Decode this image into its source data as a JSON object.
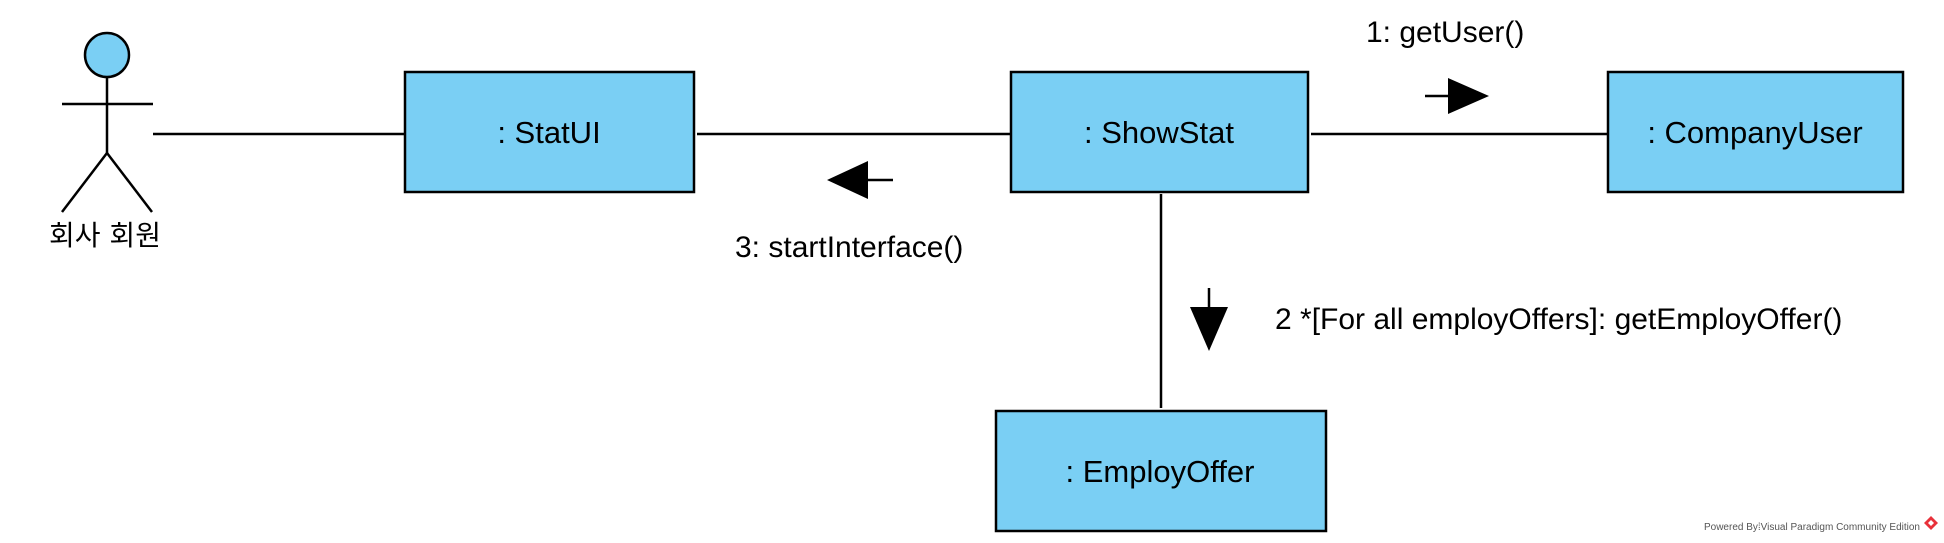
{
  "diagram": {
    "colors": {
      "box_fill": "#7ACFF4",
      "box_stroke": "#000000",
      "line": "#000000",
      "actor_head": "#7ACFF4",
      "logo_red": "#E8313A"
    },
    "actor": {
      "label": "회사 회원"
    },
    "objects": {
      "statui": ": StatUI",
      "showstat": ": ShowStat",
      "companyuser": ": CompanyUser",
      "employoffer": ": EmployOffer"
    },
    "messages": {
      "m1": "1: getUser()",
      "m2": "2 *[For all employOffers]: getEmployOffer()",
      "m3": "3: startInterface()"
    },
    "footer": {
      "text": "Powered By⁞Visual Paradigm Community Edition",
      "logo_icon": "visual-paradigm-logo-icon"
    }
  }
}
